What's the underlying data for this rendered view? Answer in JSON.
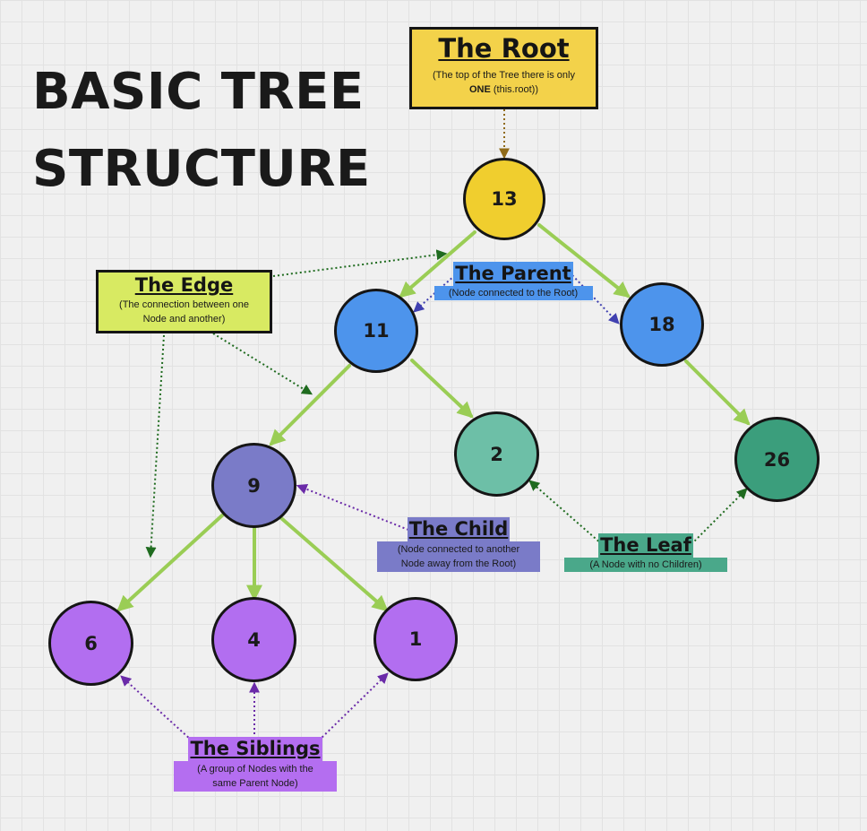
{
  "title": {
    "line1": "BASIC TREE",
    "line2": "STRUCTURE"
  },
  "nodes": {
    "root": "13",
    "left": "11",
    "right": "18",
    "left_left": "9",
    "left_right": "2",
    "right_child": "26",
    "sibling_a": "6",
    "sibling_b": "4",
    "sibling_c": "1"
  },
  "annotations": {
    "root": {
      "heading": "The Root",
      "desc_line1": "(The top of the Tree there is only",
      "desc_bold": "ONE",
      "desc_rest": " (this.root))"
    },
    "edge": {
      "heading": "The Edge",
      "desc_line1": "(The connection between one",
      "desc_line2": "Node and another)"
    },
    "parent": {
      "heading": "The Parent",
      "desc": "(Node connected to the Root)"
    },
    "child": {
      "heading": "The Child",
      "desc_line1": "(Node connected to another",
      "desc_line2": "Node away from the Root)"
    },
    "leaf": {
      "heading": "The Leaf",
      "desc": "(A Node with no Children)"
    },
    "siblings": {
      "heading": "The Siblings",
      "desc_line1": "(A group of Nodes with the",
      "desc_line2": "same Parent Node)"
    }
  },
  "colors": {
    "background": "#f0f0f0",
    "root_node": "#f0ce2e",
    "parent_node": "#4d94ec",
    "child_node": "#7a7bc8",
    "leaf_light": "#6dbfa7",
    "leaf_dark": "#3b9e7c",
    "sibling_node": "#b26ef0",
    "edge_line": "#9acd55",
    "root_box": "#f3d24a",
    "edge_box": "#d8ea62",
    "parent_label": "#4d94ec",
    "child_label": "#7a7bc8",
    "leaf_label": "#4aa88a",
    "siblings_label": "#b46ef0",
    "arrow_root": "#8f6a18",
    "arrow_edge": "#1f6b1f",
    "arrow_parent": "#4040b0",
    "arrow_child": "#6a2aa8",
    "arrow_leaf": "#1f6b1f",
    "arrow_siblings": "#7a2aa8"
  }
}
